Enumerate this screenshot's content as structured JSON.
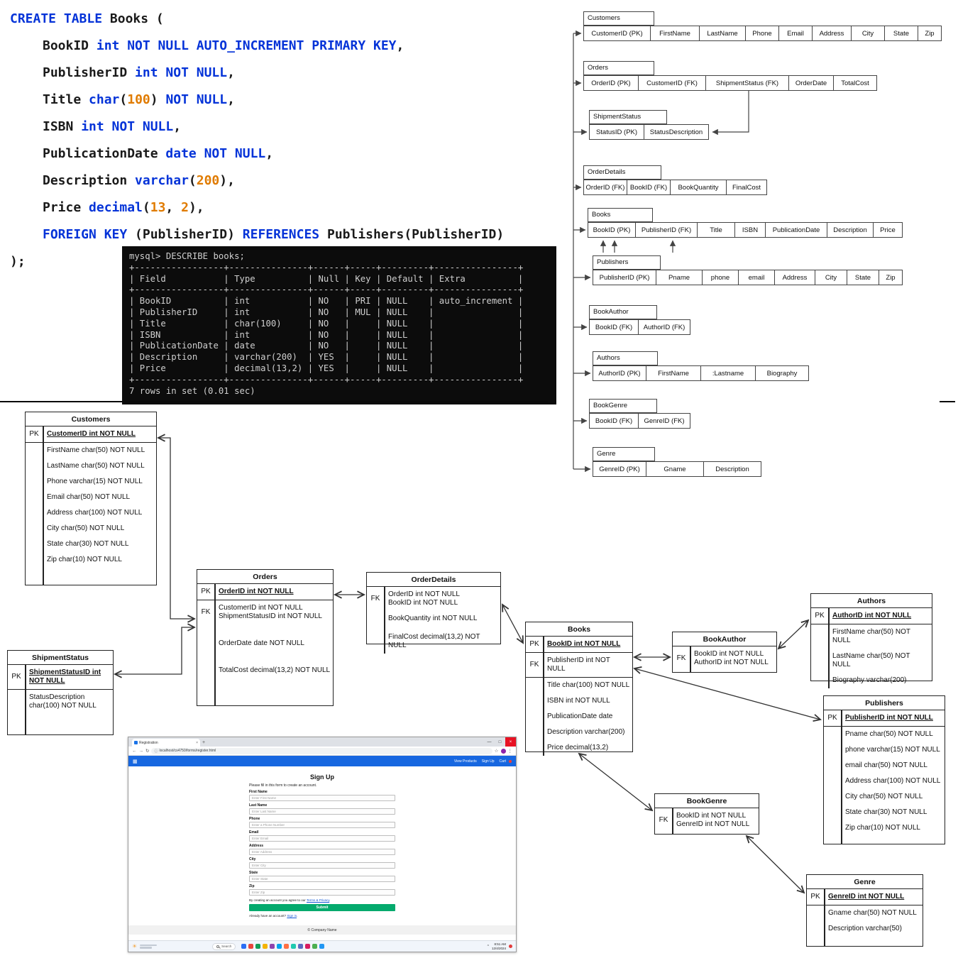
{
  "sql": {
    "lines": [
      [
        {
          "t": "CREATE TABLE ",
          "c": "k"
        },
        {
          "t": "Books (",
          "c": "p"
        }
      ],
      [
        {
          "t": "BookID ",
          "c": "p"
        },
        {
          "t": "int NOT NULL AUTO_INCREMENT PRIMARY KEY",
          "c": "k"
        },
        {
          "t": ",",
          "c": "p"
        }
      ],
      [
        {
          "t": "PublisherID ",
          "c": "p"
        },
        {
          "t": "int NOT NULL",
          "c": "k"
        },
        {
          "t": ",",
          "c": "p"
        }
      ],
      [
        {
          "t": "Title ",
          "c": "p"
        },
        {
          "t": "char",
          "c": "k"
        },
        {
          "t": "(",
          "c": "p"
        },
        {
          "t": "100",
          "c": "n"
        },
        {
          "t": ") ",
          "c": "p"
        },
        {
          "t": "NOT NULL",
          "c": "k"
        },
        {
          "t": ",",
          "c": "p"
        }
      ],
      [
        {
          "t": "ISBN ",
          "c": "p"
        },
        {
          "t": "int NOT NULL",
          "c": "k"
        },
        {
          "t": ",",
          "c": "p"
        }
      ],
      [
        {
          "t": "PublicationDate ",
          "c": "p"
        },
        {
          "t": "date NOT NULL",
          "c": "k"
        },
        {
          "t": ",",
          "c": "p"
        }
      ],
      [
        {
          "t": "Description ",
          "c": "p"
        },
        {
          "t": "varchar",
          "c": "k"
        },
        {
          "t": "(",
          "c": "p"
        },
        {
          "t": "200",
          "c": "n"
        },
        {
          "t": "),",
          "c": "p"
        }
      ],
      [
        {
          "t": "Price ",
          "c": "p"
        },
        {
          "t": "decimal",
          "c": "k"
        },
        {
          "t": "(",
          "c": "p"
        },
        {
          "t": "13",
          "c": "n"
        },
        {
          "t": ", ",
          "c": "p"
        },
        {
          "t": "2",
          "c": "n"
        },
        {
          "t": "),",
          "c": "p"
        }
      ],
      [
        {
          "t": "FOREIGN KEY ",
          "c": "k"
        },
        {
          "t": "(PublisherID) ",
          "c": "p"
        },
        {
          "t": "REFERENCES",
          "c": "k"
        },
        {
          "t": " Publishers(PublisherID)",
          "c": "p"
        }
      ]
    ],
    "close": ");"
  },
  "terminal": {
    "lines": [
      "mysql> DESCRIBE books;",
      "+-----------------+---------------+------+-----+---------+----------------+",
      "| Field           | Type          | Null | Key | Default | Extra          |",
      "+-----------------+---------------+------+-----+---------+----------------+",
      "| BookID          | int           | NO   | PRI | NULL    | auto_increment |",
      "| PublisherID     | int           | NO   | MUL | NULL    |                |",
      "| Title           | char(100)     | NO   |     | NULL    |                |",
      "| ISBN            | int           | NO   |     | NULL    |                |",
      "| PublicationDate | date          | NO   |     | NULL    |                |",
      "| Description     | varchar(200)  | YES  |     | NULL    |                |",
      "| Price           | decimal(13,2) | YES  |     | NULL    |                |",
      "+-----------------+---------------+------+-----+---------+----------------+",
      "7 rows in set (0.01 sec)"
    ]
  },
  "schema": {
    "tables": [
      {
        "name": "Customers",
        "cols": [
          "CustomerID (PK)",
          "FirstName",
          "LastName",
          "Phone",
          "Email",
          "Address",
          "City",
          "State",
          "Zip"
        ]
      },
      {
        "name": "Orders",
        "cols": [
          "OrderID (PK)",
          "CustomerID (FK)",
          "ShipmentStatus (FK)",
          "OrderDate",
          "TotalCost"
        ]
      },
      {
        "name": "ShipmentStatus",
        "cols": [
          "StatusID (PK)",
          "StatusDescription"
        ]
      },
      {
        "name": "OrderDetails",
        "cols": [
          "OrderID (FK)",
          "BookID (FK)",
          "BookQuantity",
          "FinalCost"
        ]
      },
      {
        "name": "Books",
        "cols": [
          "BookID (PK)",
          "PublisherID (FK)",
          "Title",
          "ISBN",
          "PublicationDate",
          "Description",
          "Price"
        ]
      },
      {
        "name": "Publishers",
        "cols": [
          "PublisherID (PK)",
          "Pname",
          "phone",
          "email",
          "Address",
          "City",
          "State",
          "Zip"
        ]
      },
      {
        "name": "BookAuthor",
        "cols": [
          "BookID (FK)",
          "AuthorID (FK)"
        ]
      },
      {
        "name": "Authors",
        "cols": [
          "AuthorID (PK)",
          "FirstName",
          ":Lastname",
          "Biography"
        ]
      },
      {
        "name": "BookGenre",
        "cols": [
          "BookID (FK)",
          "GenreID (FK)"
        ]
      },
      {
        "name": "Genre",
        "cols": [
          "GenreID (PK)",
          "Gname",
          "Description"
        ]
      }
    ]
  },
  "er": {
    "entities": [
      {
        "name": "Customers",
        "rows": [
          {
            "g": "PK",
            "t": "CustomerID int NOT NULL",
            "s": "pk"
          },
          {
            "t": "FirstName char(50) NOT NULL"
          },
          {
            "t": "LastName char(50) NOT NULL"
          },
          {
            "t": "Phone varchar(15) NOT NULL"
          },
          {
            "t": "Email char(50) NOT NULL"
          },
          {
            "t": "Address char(100) NOT NULL"
          },
          {
            "t": "City char(50) NOT NULL"
          },
          {
            "t": "State char(30) NOT NULL"
          },
          {
            "t": "Zip char(10) NOT NULL"
          }
        ]
      },
      {
        "name": "Orders",
        "rows": [
          {
            "g": "PK",
            "t": "OrderID int NOT NULL",
            "s": "pk"
          },
          {
            "g": "FK",
            "t": "CustomerID int NOT NULL\nShipmentStatusID int NOT NULL"
          },
          {
            "t": "OrderDate date NOT NULL",
            "sp": 1
          },
          {
            "t": "TotalCost decimal(13,2) NOT NULL",
            "sp": 1
          }
        ]
      },
      {
        "name": "OrderDetails",
        "rows": [
          {
            "g": "FK",
            "t": "OrderID int NOT NULL\nBookID int NOT NULL"
          },
          {
            "t": "BookQuantity int NOT NULL"
          },
          {
            "t": "FinalCost decimal(13,2) NOT NULL",
            "sp": 2
          }
        ]
      },
      {
        "name": "ShipmentStatus",
        "rows": [
          {
            "g": "PK",
            "t": "ShipmentStatusID int NOT NULL",
            "s": "pk"
          },
          {
            "t": "StatusDescription char(100) NOT NULL"
          }
        ]
      },
      {
        "name": "Books",
        "rows": [
          {
            "g": "PK",
            "t": "BookID int NOT NULL",
            "s": "pk"
          },
          {
            "g": "FK",
            "t": "PublisherID int NOT NULL",
            "sep": true
          },
          {
            "t": "Title char(100) NOT NULL"
          },
          {
            "t": "ISBN int NOT NULL"
          },
          {
            "t": "PublicationDate date"
          },
          {
            "t": "Description varchar(200)"
          },
          {
            "t": "Price decimal(13,2)"
          }
        ]
      },
      {
        "name": "BookAuthor",
        "rows": [
          {
            "g": "FK",
            "t": "BookID int NOT NULL\nAuthorID int NOT NULL"
          }
        ]
      },
      {
        "name": "Authors",
        "rows": [
          {
            "g": "PK",
            "t": "AuthorID int NOT NULL",
            "s": "pk"
          },
          {
            "t": "FirstName char(50) NOT NULL"
          },
          {
            "t": "LastName char(50) NOT NULL"
          },
          {
            "t": "Biography varchar(200)"
          }
        ]
      },
      {
        "name": "Publishers",
        "rows": [
          {
            "g": "PK",
            "t": "PublisherID int NOT NULL",
            "s": "pk"
          },
          {
            "t": "Pname char(50) NOT NULL"
          },
          {
            "t": "phone varchar(15) NOT NULL"
          },
          {
            "t": "email char(50) NOT NULL"
          },
          {
            "t": "Address char(100) NOT NULL"
          },
          {
            "t": "City char(50) NOT NULL"
          },
          {
            "t": "State char(30) NOT NULL"
          },
          {
            "t": "Zip char(10) NOT NULL"
          }
        ]
      },
      {
        "name": "BookGenre",
        "rows": [
          {
            "g": "FK",
            "t": "BookID int NOT NULL\nGenreID int NOT NULL"
          }
        ]
      },
      {
        "name": "Genre",
        "rows": [
          {
            "g": "PK",
            "t": "GenreID int NOT NULL",
            "s": "pk"
          },
          {
            "t": "Gname char(50) NOT NULL"
          },
          {
            "t": "Description varchar(50)"
          }
        ]
      }
    ]
  },
  "browser": {
    "tab_title": "Registration",
    "url": "localhost/cs4750/forms/register.html",
    "nav_links": [
      "View Products",
      "Sign Up",
      "Cart"
    ],
    "icons": {
      "close": "×",
      "plus": "+",
      "minimize": "—",
      "maximize": "□",
      "back": "←",
      "forward": "→",
      "reload": "↻",
      "info": "ⓘ",
      "star": "☆",
      "menu": "⋮",
      "brand": "▦",
      "sun": "☀",
      "chevron": "^"
    },
    "page": {
      "heading": "Sign Up",
      "intro": "Please fill in this form to create an account.",
      "fields": [
        {
          "label": "First Name",
          "placeholder": "Enter First Name"
        },
        {
          "label": "Last Name",
          "placeholder": "Enter Last Name"
        },
        {
          "label": "Phone",
          "placeholder": "Enter a Phone Number"
        },
        {
          "label": "Email",
          "placeholder": "Enter Email"
        },
        {
          "label": "Address",
          "placeholder": "Enter Address"
        },
        {
          "label": "City",
          "placeholder": "Enter City"
        },
        {
          "label": "State",
          "placeholder": "Enter State"
        },
        {
          "label": "Zip",
          "placeholder": "Enter Zip"
        }
      ],
      "terms_text": "By creating an account you agree to our",
      "terms_link": "Terms & Privacy",
      "submit_label": "Submit",
      "signin_text": "Already have an account?",
      "signin_link": "Sign in",
      "footer": "© Company Name"
    },
    "taskbar": {
      "search": "Search",
      "clock_time": "8:51 AM",
      "clock_date": "12/4/2024"
    }
  },
  "colors": {
    "sql_keyword": "#0433d8",
    "sql_number": "#e07b00",
    "terminal_bg": "#0c0c0c",
    "site_navbar_blue": "#1767e0",
    "submit_green": "#04AA6D",
    "close_red": "#e81123"
  }
}
